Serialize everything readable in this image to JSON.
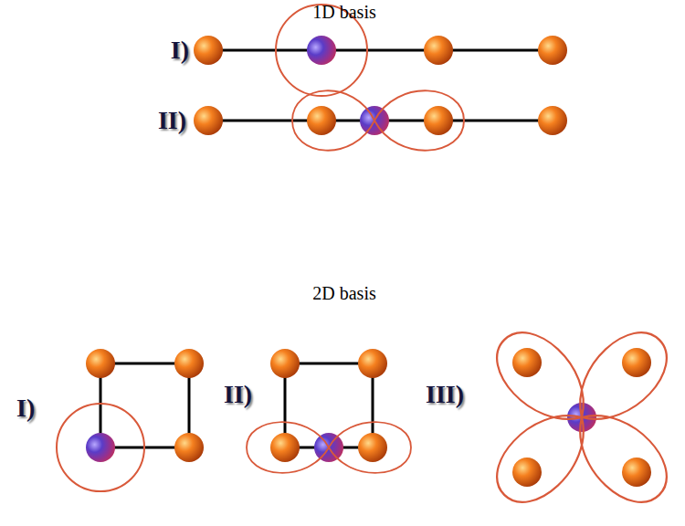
{
  "diagram": {
    "labels": [
      "1D basis",
      "I)",
      "II)",
      "2D basis",
      "I)",
      "II)",
      "III)"
    ]
  }
}
